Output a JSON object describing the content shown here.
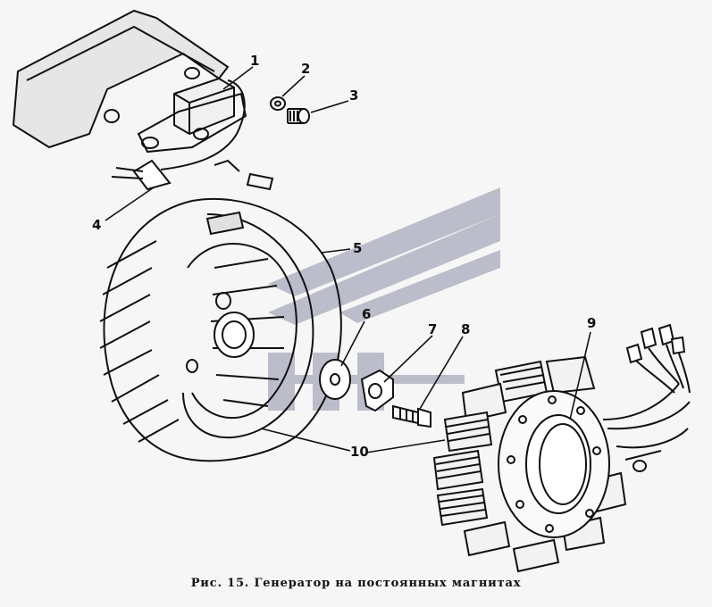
{
  "figure": {
    "caption": "Рис. 15. Генератор на постоянных магнитах",
    "callouts": [
      {
        "id": "1",
        "label": "1"
      },
      {
        "id": "2",
        "label": "2"
      },
      {
        "id": "3",
        "label": "3"
      },
      {
        "id": "4",
        "label": "4"
      },
      {
        "id": "5",
        "label": "5"
      },
      {
        "id": "6",
        "label": "6"
      },
      {
        "id": "7",
        "label": "7"
      },
      {
        "id": "8",
        "label": "8"
      },
      {
        "id": "9",
        "label": "9"
      },
      {
        "id": "10",
        "label": "10"
      }
    ]
  },
  "colors": {
    "ink": "#111111",
    "paper": "#f6f6f6",
    "watermark": "#a9abbd"
  }
}
